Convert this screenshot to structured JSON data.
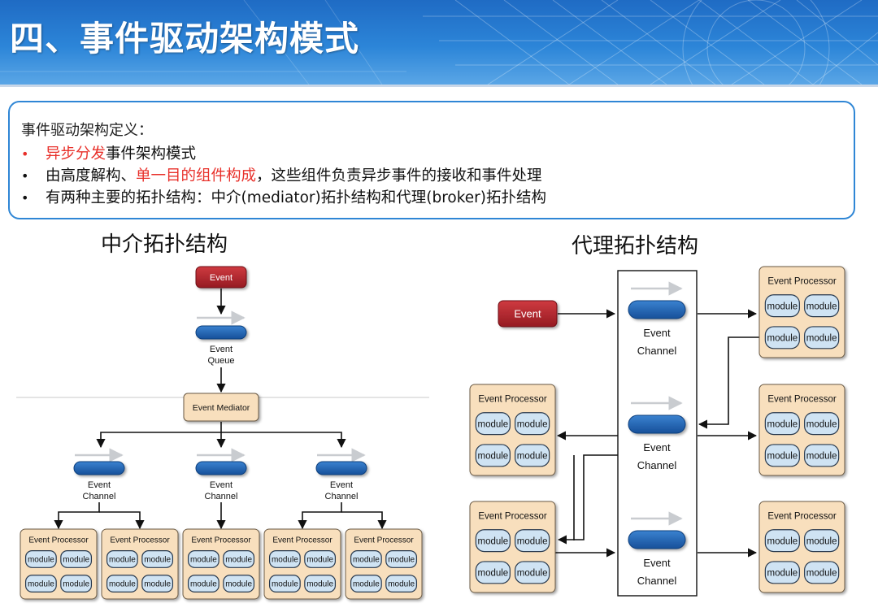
{
  "header": {
    "title": "四、事件驱动架构模式"
  },
  "definition": {
    "title": "事件驱动架构定义：",
    "bullets": [
      {
        "highlight": "异步分发",
        "rest": "事件架构模式"
      },
      {
        "prefix": "由高度解构、",
        "highlight": "单一目的组件构成",
        "rest": "，这些组件负责异步事件的接收和事件处理"
      },
      {
        "text": "有两种主要的拓扑结构：中介(mediator)拓扑结构和代理(broker)拓扑结构"
      }
    ]
  },
  "mediator": {
    "title": "中介拓扑结构",
    "event_label": "Event",
    "queue_label": [
      "Event",
      "Queue"
    ],
    "mediator_label": "Event Mediator",
    "channel_label": [
      "Event",
      "Channel"
    ],
    "processor_label": "Event Processor",
    "module_label": "module"
  },
  "broker": {
    "title": "代理拓扑结构",
    "event_label": "Event",
    "channel_label": [
      "Event",
      "Channel"
    ],
    "processor_label": "Event Processor",
    "module_label": "module"
  },
  "colors": {
    "header_blue": "#2c85d8",
    "box_border": "#2f86d5",
    "highlight_red": "#e8302a",
    "event_red": "#b4232a",
    "channel_blue": "#2266b6",
    "processor_fill": "#f8dfbd",
    "module_fill": "#cfe3f3"
  }
}
